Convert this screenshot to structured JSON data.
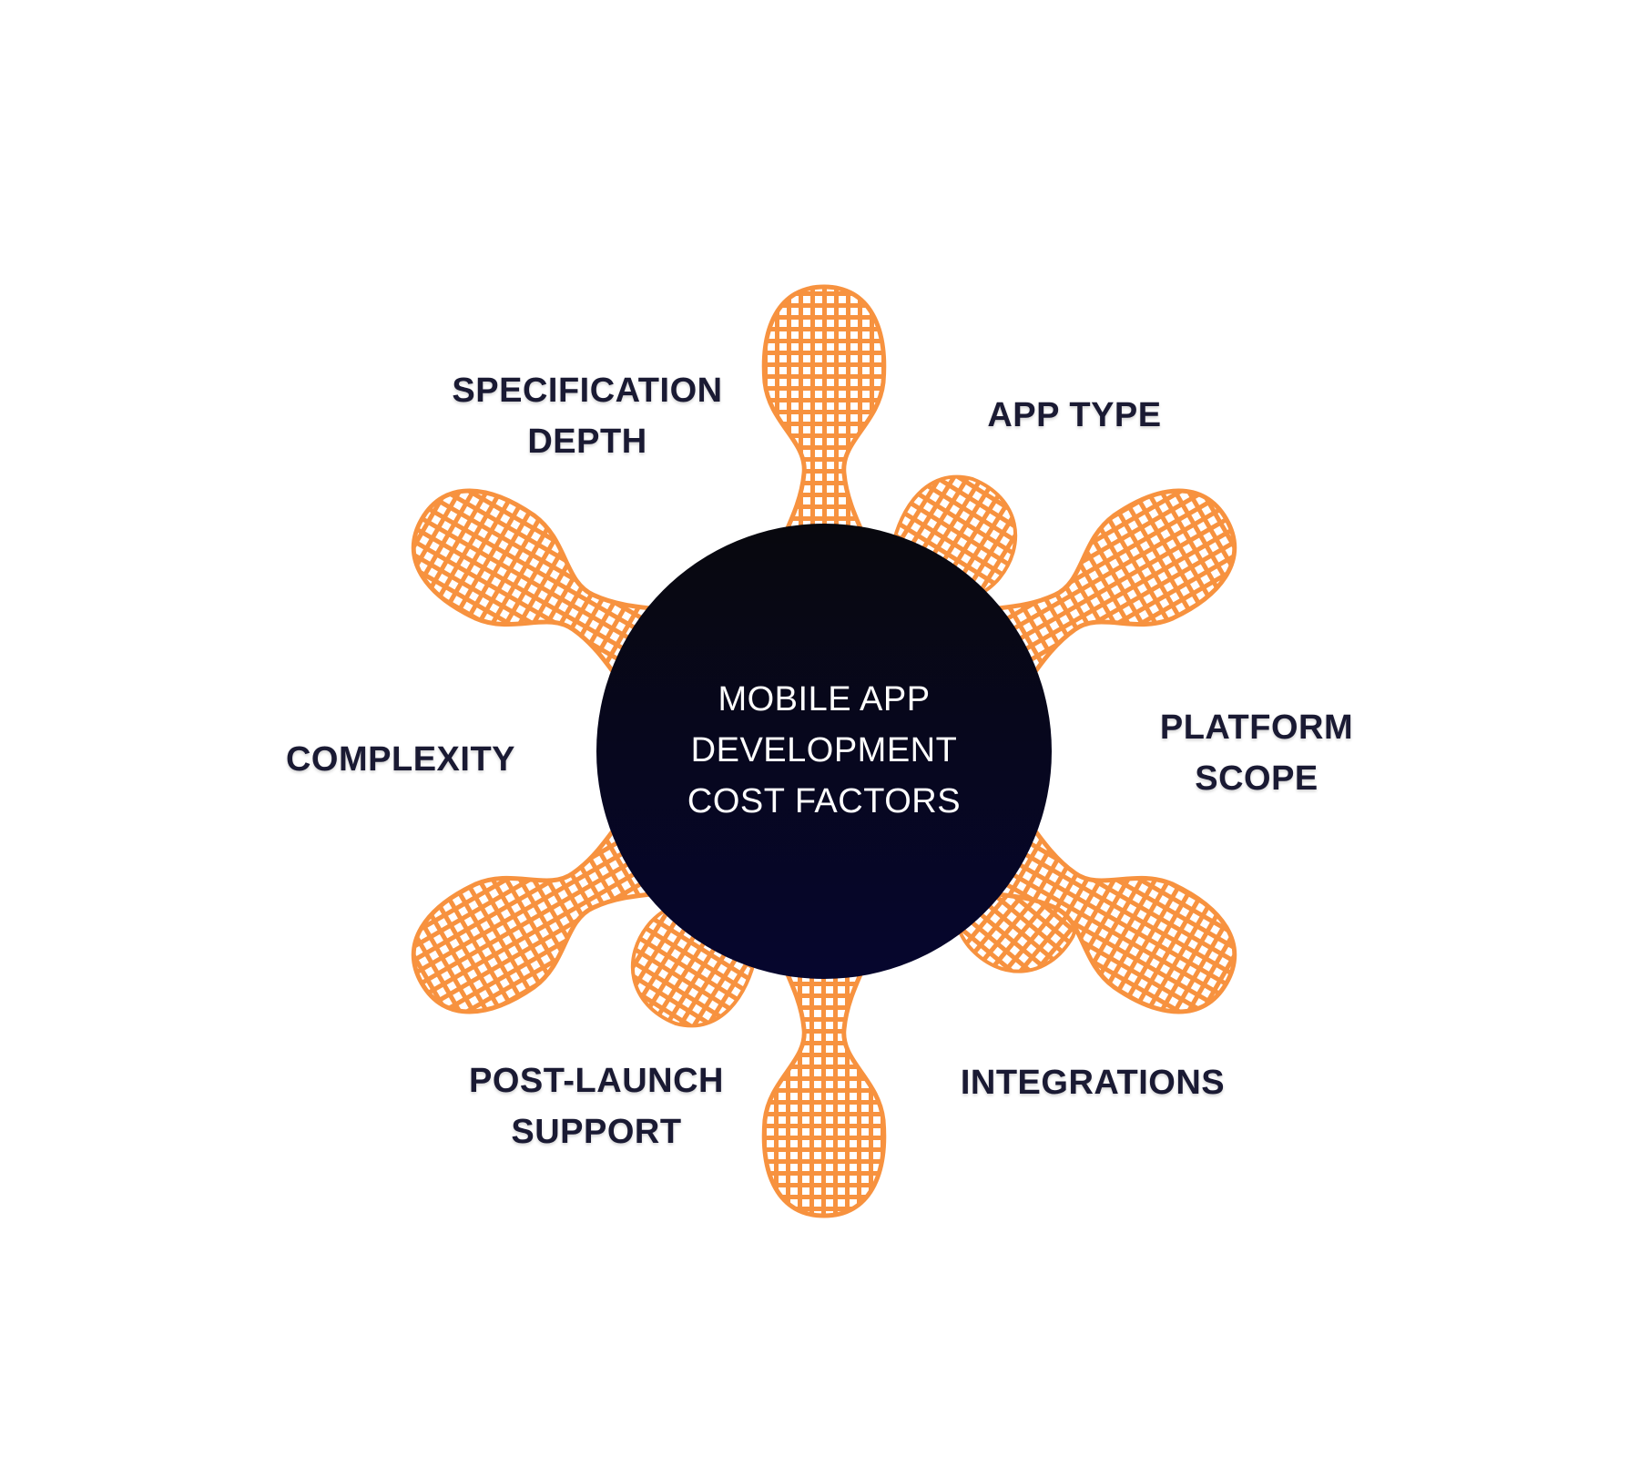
{
  "center": {
    "line1": "MOBILE APP",
    "line2": "DEVELOPMENT",
    "line3": "COST FACTORS"
  },
  "factors": [
    {
      "id": "specification-depth",
      "lines": [
        "SPECIFICATION",
        "DEPTH"
      ]
    },
    {
      "id": "app-type",
      "lines": [
        "APP TYPE"
      ]
    },
    {
      "id": "platform-scope",
      "lines": [
        "PLATFORM",
        "SCOPE"
      ]
    },
    {
      "id": "integrations",
      "lines": [
        "INTEGRATIONS"
      ]
    },
    {
      "id": "post-launch-support",
      "lines": [
        "POST-LAUNCH",
        "SUPPORT"
      ]
    },
    {
      "id": "complexity",
      "lines": [
        "COMPLEXITY"
      ]
    }
  ],
  "colors": {
    "petal": "#f7923f",
    "petal_line": "#ffffff",
    "hub_top": "#08080e",
    "hub_bottom": "#06062e",
    "label": "#1a1a33"
  }
}
